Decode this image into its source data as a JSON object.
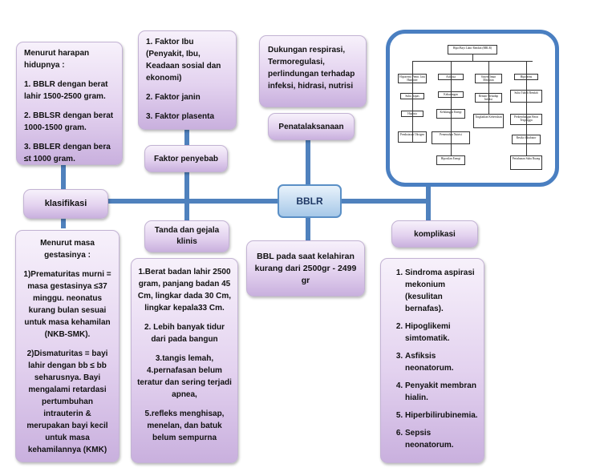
{
  "hub": {
    "label": "BBLR"
  },
  "klasifikasi": {
    "label": "klasifikasi",
    "harapan_intro": "Menurut harapan hidupnya :",
    "harapan_items": [
      "1. BBLR dengan berat lahir 1500-2500 gram.",
      "2. BBLSR dengan berat 1000-1500 gram.",
      "3. BBLER dengan bera ≤t 1000 gram."
    ],
    "gestasi_intro": "Menurut masa gestasinya :",
    "gestasi_items": [
      "1)Prematuritas murni = masa gestasinya ≤37 minggu. neonatus kurang bulan sesuai untuk masa kehamilan (NKB-SMK).",
      "2)Dismaturitas = bayi lahir dengan bb ≤ bb seharusnya. Bayi mengalami retardasi pertumbuhan intrauterin & merupakan bayi kecil untuk masa kehamilannya (KMK)"
    ]
  },
  "penyebab": {
    "label": "Faktor penyebab",
    "items": [
      "1. Faktor Ibu (Penyakit, Ibu, Keadaan sosial dan ekonomi)",
      "2. Faktor janin",
      "3. Faktor plasenta"
    ]
  },
  "gejala": {
    "label": "Tanda dan gejala klinis",
    "items": [
      "1.Berat badan lahir 2500 gram, panjang badan 45 Cm, lingkar dada 30 Cm, lingkar kepala33 Cm.",
      "2. Lebih banyak tidur dari pada bangun",
      "3.tangis lemah,\n4.pernafasan belum teratur dan sering terjadi apnea,",
      "5.refleks menghisap, menelan, dan batuk belum sempurna"
    ]
  },
  "penatalaksanaan": {
    "label": "Penatalaksanaan",
    "text": "Dukungan respirasi, Termoregulasi, perlindungan terhadap infeksi, hidrasi, nutrisi"
  },
  "definisi": {
    "text": "BBL pada saat kelahiran kurang dari 2500gr - 2499 gr"
  },
  "komplikasi": {
    "label": "komplikasi",
    "items": [
      "Sindroma aspirasi mekonium (kesulitan bernafas).",
      "Hipoglikemi simtomatik.",
      "Asfiksis neonatorum.",
      "Penyakit membran hialin.",
      "Hiperbilirubinemia.",
      "Sepsis neonatorum."
    ]
  },
  "thumbnail": {
    "title": "Hipo/Bayi Lahir Rendah (BBLR)",
    "cols": [
      [
        "Hipotermi Pemn. Jaru Hamatter",
        "Suhu Napas",
        "Hipoxia",
        "Pembatasan Oksigen"
      ],
      [
        "Asfiksia",
        "Kekurangan",
        "Kehilangan Energi",
        "Pemenuhan Nutrisi",
        "Hiposilan Energi"
      ],
      [
        "Sistem Imun Menurun",
        "Rentan Terhadap Infeksi",
        "Tingkatkan Kebersihan"
      ],
      [
        "Hipotermi",
        "Suhu Tubuh Rendah",
        "Perkembangan Berat Terganggu",
        "Resiko Inkubator",
        "Pertahanan Suhu Ruang"
      ]
    ]
  }
}
